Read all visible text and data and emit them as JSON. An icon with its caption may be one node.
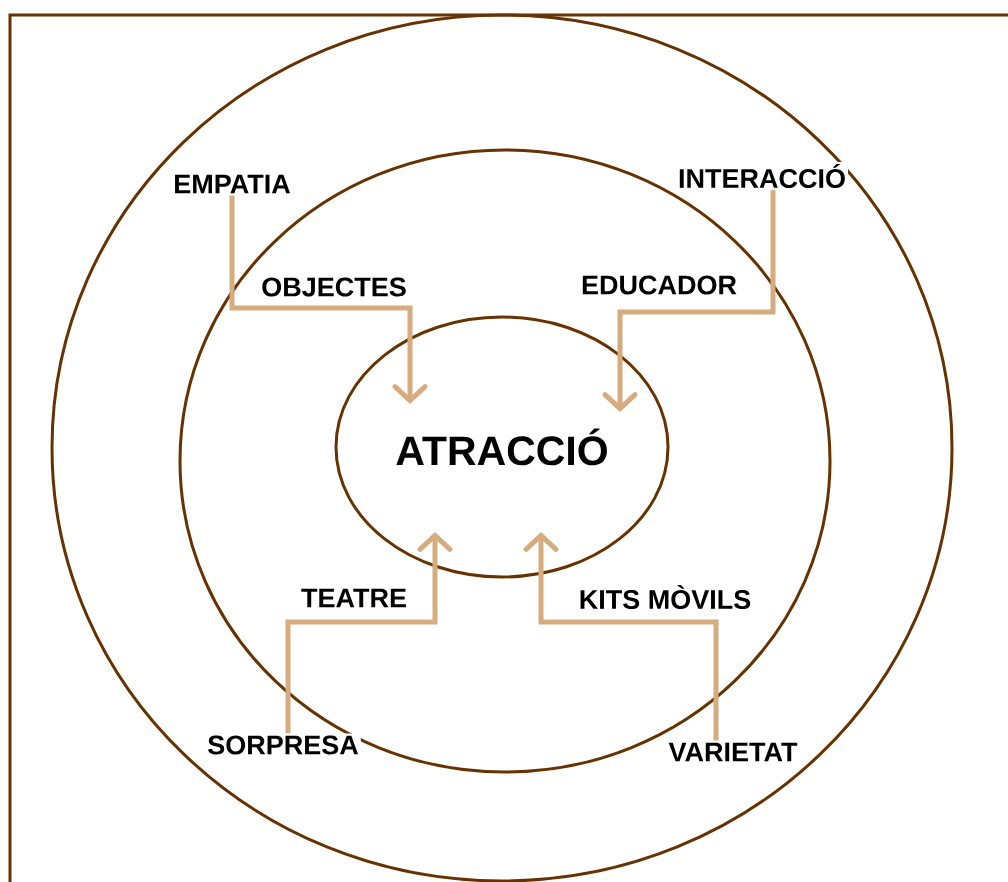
{
  "diagram": {
    "nodes": [
      {
        "text": [],
        "shape": "circle"
      },
      {
        "text": [],
        "shape": "circle",
        "in": 0
      },
      {
        "text": [
          "ATRACCIÓ"
        ],
        "in": 1
      },
      {
        "text": [
          "EMPATIA"
        ],
        "in": 0
      },
      {
        "text": [
          "INTERACCIÓ"
        ],
        "in": 0
      },
      {
        "text": [
          "SORPRESA"
        ],
        "in": 0
      },
      {
        "text": [
          "VARIETAT"
        ],
        "in": 0
      }
    ],
    "edges": [
      {
        "from": 3,
        "to": 2,
        "arrow": "to",
        "label": "OBJECTES"
      },
      {
        "from": 4,
        "to": 2,
        "arrow": "to",
        "label": "EDUCADOR"
      },
      {
        "from": 5,
        "to": 2,
        "arrow": "to",
        "label": "TEATRE"
      },
      {
        "from": 6,
        "to": 2,
        "arrow": "to",
        "label": "KITS MÒVILS"
      }
    ]
  }
}
